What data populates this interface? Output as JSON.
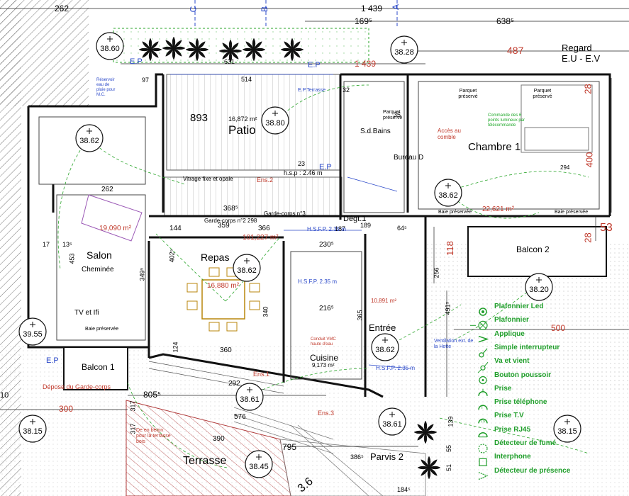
{
  "rooms": {
    "patio": "Patio",
    "salon": "Salon",
    "cheminee": "Cheminée",
    "tv": "TV et Ifi",
    "repas": "Repas",
    "cuisine": "Cuisine",
    "entree": "Entrée",
    "degt": "Dégt.1",
    "sdb": "S.d.Bains",
    "bureau": "Bureau D",
    "chambre": "Chambre 1",
    "balcon1": "Balcon 1",
    "balcon2": "Balcon 2",
    "terrasse": "Terrasse",
    "parvis": "Parvis 2",
    "acces": "Accès au comble"
  },
  "areas": {
    "patio": "16,872 m²",
    "salon": "19,090 m²",
    "repas": "16,880 m²",
    "cuisine": "9,173 m²",
    "entree": "10,891 m²",
    "chambre": "22,621 m²",
    "total": "101,227 m²"
  },
  "levels": {
    "a": "38.60",
    "b": "38.28",
    "c": "38.80",
    "d": "38.62",
    "e": "38.62",
    "f": "38.62",
    "g": "38.62",
    "h": "39.55",
    "i": "38.20",
    "j": "38.15",
    "k": "38.61",
    "l": "38.61",
    "m": "38.45",
    "n": "38.15"
  },
  "dims": {
    "d262": "262",
    "d1439": "1 439",
    "d1439b": "1 439",
    "d1695": "169⁵",
    "d6385": "638⁵",
    "d487": "487",
    "d893": "893",
    "d514": "514",
    "d631": "631",
    "d97": "97",
    "d359": "359",
    "d366": "366",
    "d368": "368⁵",
    "d144": "144",
    "d262b": "262",
    "d300": "300",
    "d8055": "805⁵",
    "d795": "795",
    "d576": "576",
    "d292": "292",
    "d390": "390",
    "d360": "360",
    "d500": "500",
    "d400": "400",
    "d28a": "28",
    "d28b": "28",
    "d53": "53",
    "d118": "118",
    "d256": "256",
    "d10": "10",
    "d17": "17",
    "d135": "13⁵",
    "d453": "453",
    "d3495": "349⁵",
    "d4025": "402⁵",
    "d2305": "230⁵",
    "d2165": "216⁵",
    "d340": "340",
    "d365": "365",
    "d4915": "491⁵",
    "d139": "139",
    "d55": "55",
    "d51": "51",
    "d36": "3.6",
    "d1845": "184⁵",
    "d3865": "386⁵",
    "d317a": "317",
    "d317b": "317",
    "d124": "124",
    "d294": "294",
    "d189": "189",
    "d187": "187",
    "d32": "32",
    "d35": "35",
    "d645": "64⁵",
    "d23": "23"
  },
  "annotations": {
    "regard": "Regard",
    "eu": "E.U - E.V",
    "ep": "E.P",
    "ep2": "E.P",
    "ep3": "E.P",
    "ep4": "E.P",
    "epterrasse": "E.P.Terrasse",
    "vitrage": "Vitrage fixe et opale",
    "ens2": "Ens.2",
    "hsp": "h.s.p : 2.46 m",
    "gardecorps2": "Garde-corps n°2 298",
    "gardecorps3": "Garde-corps n°3",
    "hsfp1": "H.S.F.P. 2.35 m",
    "hsfp2": "H.S.F.P. 2.35 m",
    "hsfp3": "H.S.F.P. 2.35 m",
    "baie1": "Baie préservée",
    "baie2": "Baie préservée",
    "baie3": "Baie préservée",
    "parquet1": "Parquet préservé",
    "parquet2": "Parquet préservé",
    "parquet3": "Parquet préservé",
    "depose": "Dépose du Garde-corps",
    "dalle": "De en béton pour la terrasse bois",
    "ventil": "Ventilation ext. de la Hotte",
    "ens1": "Ens.1",
    "ens3": "Ens.3",
    "reservoir": "Réservoir eau de pluie pour M.C.",
    "commande": "Commande des 6 points lumineux par télécommande",
    "conduit": "Conduit VMC haute d'eau"
  },
  "axes": {
    "a": "A",
    "b": "B",
    "c": "C"
  },
  "legend": [
    {
      "symbol": "ring",
      "label": "Plafonnier Led"
    },
    {
      "symbol": "cross",
      "label": "Plafonnier"
    },
    {
      "symbol": "arrow",
      "label": "Applique"
    },
    {
      "symbol": "switch",
      "label": "Simple interrupteur"
    },
    {
      "symbol": "switch2",
      "label": "Va et vient"
    },
    {
      "symbol": "push",
      "label": "Bouton poussoir"
    },
    {
      "symbol": "socket",
      "label": "Prise"
    },
    {
      "symbol": "phone",
      "label": "Prise téléphone"
    },
    {
      "symbol": "tv",
      "label": "Prise T.V"
    },
    {
      "symbol": "rj45",
      "label": "Prise RJ45"
    },
    {
      "symbol": "smoke",
      "label": "Détecteur de fumé"
    },
    {
      "symbol": "intercom",
      "label": "Interphone"
    },
    {
      "symbol": "presence",
      "label": "Détecteur de présence"
    }
  ],
  "colors": {
    "wall": "#111111",
    "dim": "#222222",
    "red": "#c0392b",
    "blue": "#2b49c9",
    "green": "#1fa82a",
    "legend": "#1f9e2a",
    "hatch": "#555555",
    "terrace": "#b03a3a"
  }
}
